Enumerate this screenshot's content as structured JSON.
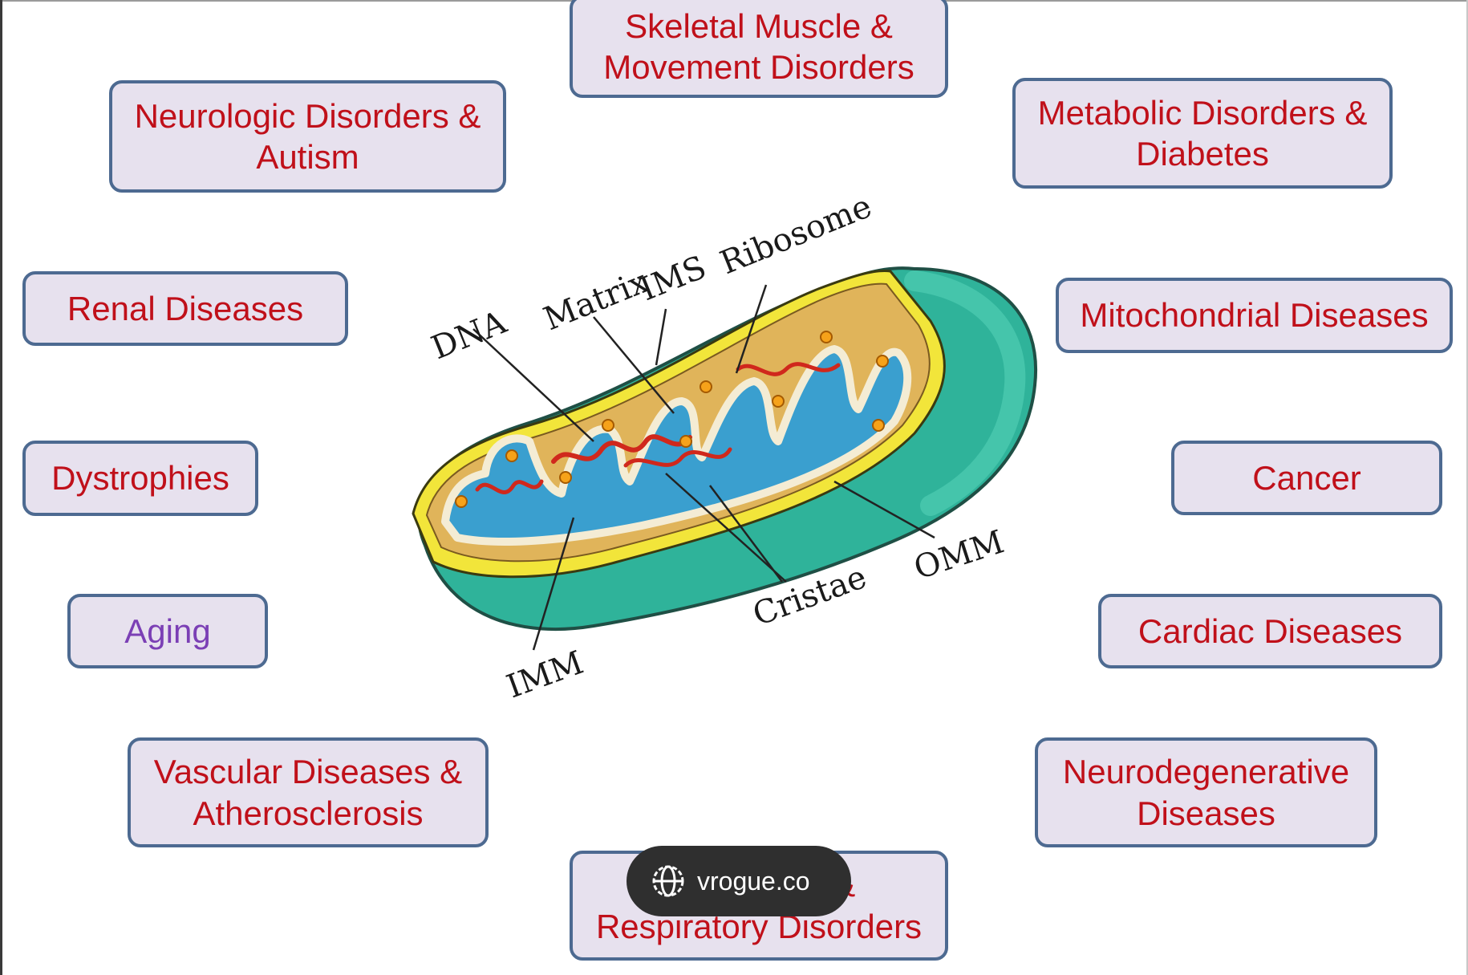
{
  "diseases": {
    "skeletal": "Skeletal Muscle &\nMovement Disorders",
    "neurologic": "Neurologic Disorders &\nAutism",
    "metabolic": "Metabolic Disorders &\nDiabetes",
    "renal": "Renal Diseases",
    "mitochondrial": "Mitochondrial Diseases",
    "dystrophies": "Dystrophies",
    "cancer": "Cancer",
    "aging": "Aging",
    "cardiac": "Cardiac Diseases",
    "vascular": "Vascular Diseases &\nAtherosclerosis",
    "neurodegenerative": "Neurodegenerative\nDiseases",
    "pulmonary": "Pulmonary &\nRespiratory Disorders"
  },
  "labels": {
    "dna": "DNA",
    "matrix": "Matrix",
    "ims": "IMS",
    "ribosome": "Ribosome",
    "omm": "OMM",
    "cristae": "Cristae",
    "imm": "IMM"
  },
  "watermark": "vrogue.co",
  "icons": {
    "watermark": "globe-icon"
  },
  "colors": {
    "box_fill": "#e7e1ee",
    "box_border": "#4d6a91",
    "text_red": "#c0101a",
    "text_purple": "#7b3fb5",
    "outer_membrane": "#2fb39a",
    "intermembrane": "#e0b45a",
    "matrix": "#3a9fcf"
  }
}
